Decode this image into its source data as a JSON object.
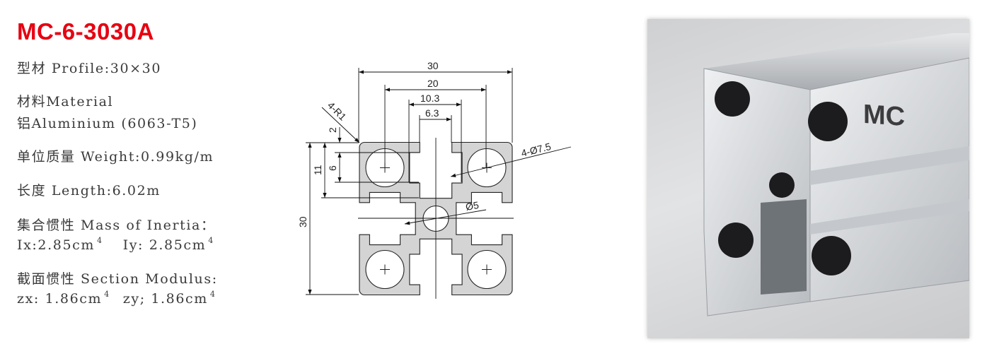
{
  "title": "MC-6-3030A",
  "specs": {
    "profile": "型材 Profile:30×30",
    "material_label": "材料Material",
    "material_value": "铝Aluminium (6063-T5)",
    "weight": "单位质量 Weight:0.99kg/m",
    "length": "长度 Length:6.02m",
    "inertia_label": "集合惯性 Mass of Inertia：",
    "ix": "Ix:2.85cm",
    "iy": "Iy: 2.85cm",
    "inertia_exp": "4",
    "modulus_label": "截面惯性 Section Modulus:",
    "zx": "zx: 1.86cm",
    "zy": "zy; 1.86cm",
    "modulus_exp": "4"
  },
  "drawing": {
    "dim_width": "30",
    "dim_center": "20",
    "dim_slot_inner": "10.3",
    "dim_slot_open": "6.3",
    "dim_height": "30",
    "dim_11": "11",
    "dim_6": "6",
    "dim_2": "2",
    "radius": "4-R1",
    "holes": "4-Ø7.5",
    "center_hole": "Ø5"
  },
  "photo": {
    "logo": "MC"
  },
  "colors": {
    "title": "#e60012",
    "profile_fill": "#d4d4d4"
  }
}
